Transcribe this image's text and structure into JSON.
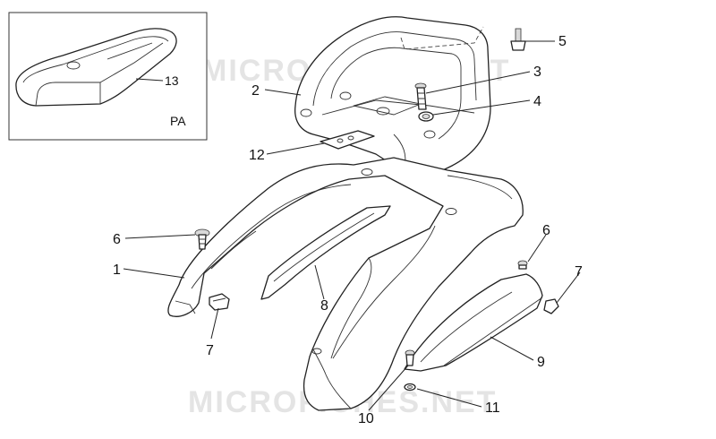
{
  "watermarks": [
    "MICROFICHES.NET",
    "MICROFICHES.NET"
  ],
  "inset": {
    "part_label": "13",
    "variant_label": "PA"
  },
  "callouts": {
    "c1": "1",
    "c2": "2",
    "c3": "3",
    "c4": "4",
    "c5": "5",
    "c6a": "6",
    "c6b": "6",
    "c7a": "7",
    "c7b": "7",
    "c8": "8",
    "c9": "9",
    "c10": "10",
    "c11": "11",
    "c12": "12"
  }
}
